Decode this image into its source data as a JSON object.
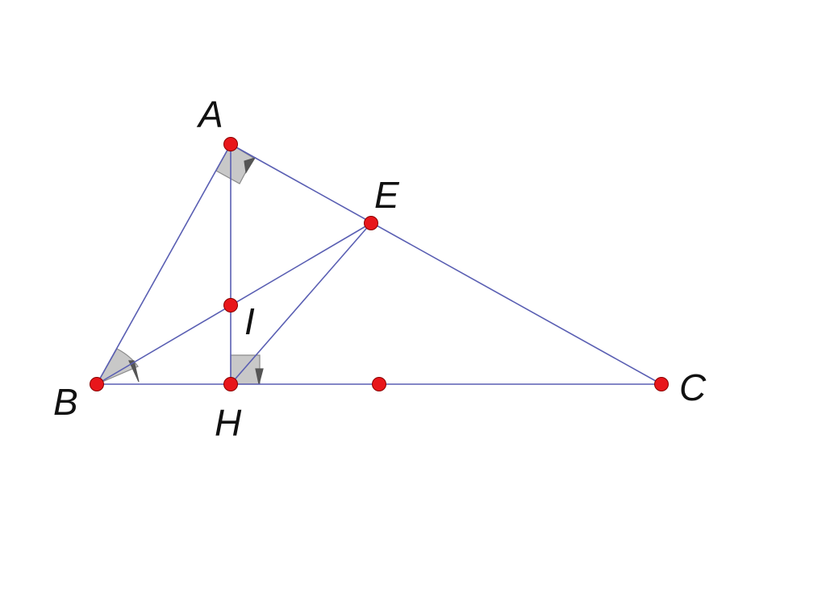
{
  "colors": {
    "line": "#5a5fb3",
    "point": "#e8161b",
    "angle_fill": "#c8c8c8",
    "label": "#111111"
  },
  "labels": {
    "A": "A",
    "B": "B",
    "C": "C",
    "E": "E",
    "H": "H",
    "I": "I"
  }
}
